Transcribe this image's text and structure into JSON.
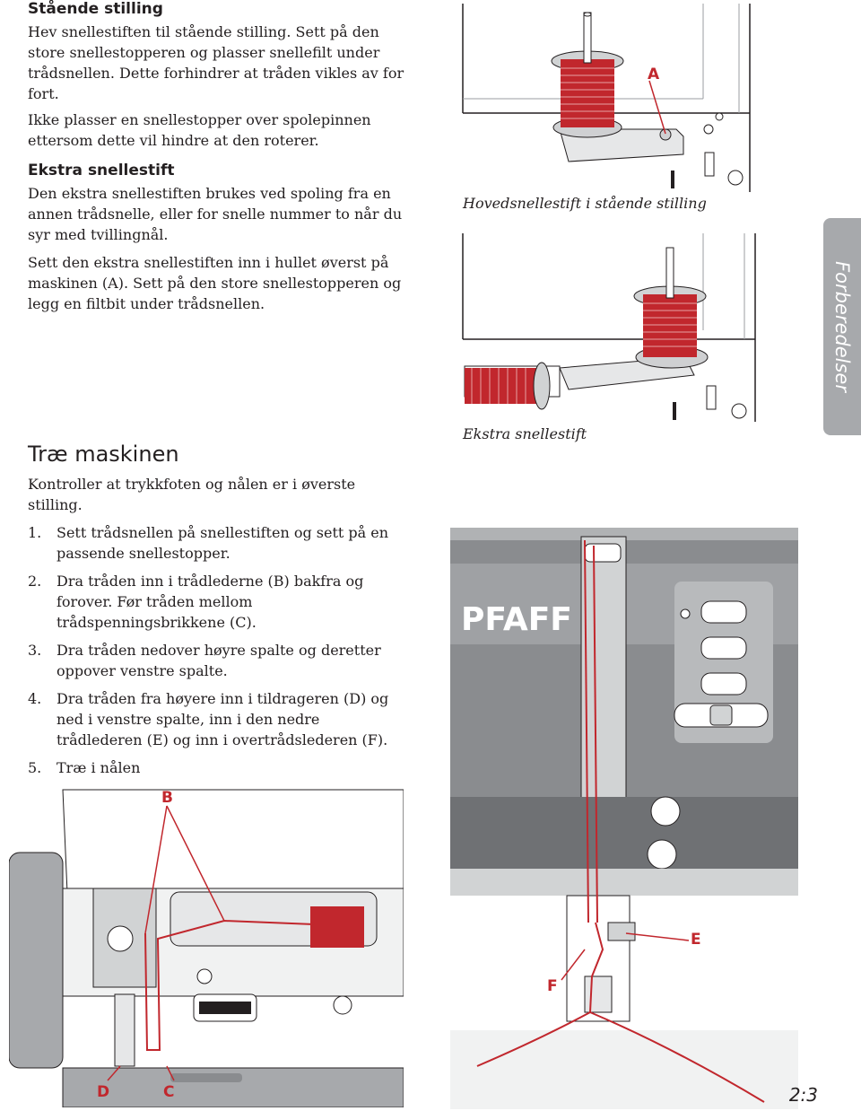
{
  "sidebar_tab": {
    "label": "Forberedelser"
  },
  "page_number": "2:3",
  "upright": {
    "heading": "Stående stilling",
    "paragraphs": [
      "Hev snellestiften til stående stilling. Sett på den store snellestopperen og plasser snellefilt under trådsnellen. Dette forhindrer at tråden vikles av for fort.",
      "Ikke plasser en snellestopper over spolepinnen ettersom dette vil hindre at den roterer."
    ]
  },
  "extra_pin": {
    "heading": "Ekstra snellestift",
    "paragraphs": [
      "Den ekstra snellestiften brukes ved spoling fra en annen trådsnelle, eller for snelle nummer to når du syr med tvillingnål.",
      "Sett den ekstra snellestiften inn i hullet øverst på maskinen (A). Sett på den store snellestopperen og legg en filtbit under trådsnellen."
    ]
  },
  "threading": {
    "heading": "Træ maskinen",
    "intro": "Kontroller at trykkfoten og nålen er i øverste stilling.",
    "steps": [
      {
        "num": "1.",
        "text": "Sett trådsnellen på snellestiften og sett på en passende snellestopper."
      },
      {
        "num": "2.",
        "text": "Dra tråden inn i trådlederne (B) bakfra og forover. Før tråden mellom trådspenningsbrikkene (C)."
      },
      {
        "num": "3.",
        "text": "Dra tråden nedover høyre spalte og deretter oppover venstre spalte."
      },
      {
        "num": "4.",
        "text": "Dra tråden fra høyere inn i tildrageren (D) og ned i venstre spalte, inn i den nedre trådlederen (E) og inn i overtrådslederen (F)."
      },
      {
        "num": "5.",
        "text": "Træ i nålen"
      }
    ]
  },
  "figures": {
    "main_pin": {
      "caption": "Hovedsnellestift i stående stilling",
      "label_a": "A"
    },
    "extra_pin": {
      "caption": "Ekstra snellestift"
    },
    "top_view": {
      "label_b": "B",
      "label_c": "C",
      "label_d": "D"
    },
    "front_view": {
      "brand": "PFAFF",
      "label_e": "E",
      "label_f": "F"
    }
  },
  "colors": {
    "thread": "#c1272d",
    "tab": "#a7a9ac",
    "machine_gray": "#8a8c8f",
    "text": "#231f20"
  }
}
